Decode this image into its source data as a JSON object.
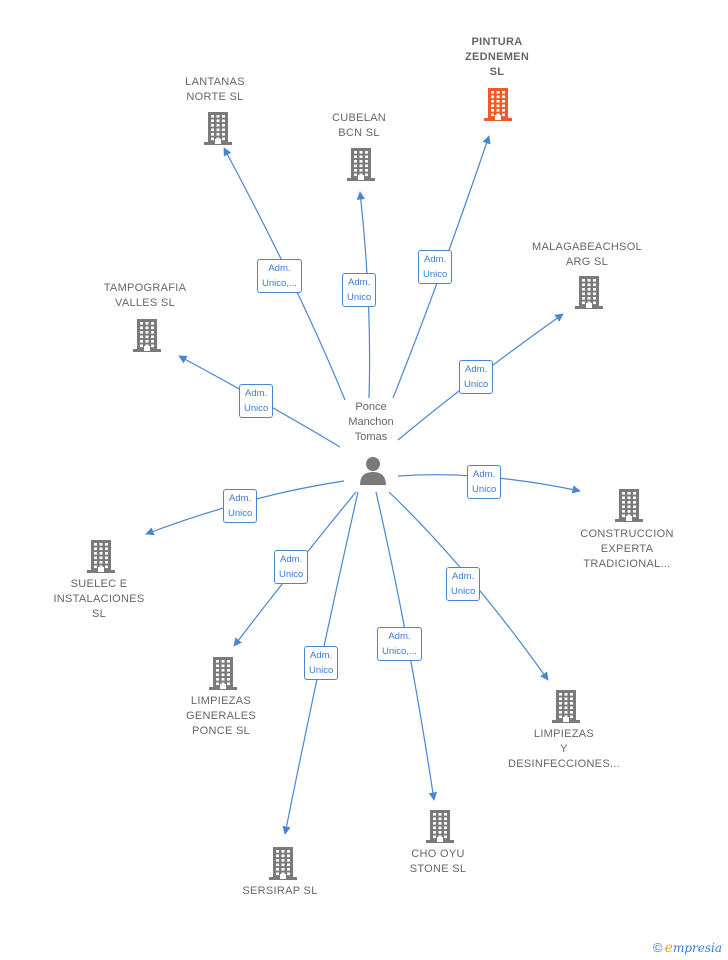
{
  "center": {
    "name": "Ponce\nManchon\nTomas",
    "icon": "person-icon"
  },
  "colors": {
    "edge": "#4a86d0",
    "building": "#7a7a7a",
    "highlight": "#f05a28",
    "relation_text": "#3a7bd5"
  },
  "companies": [
    {
      "id": "pintura",
      "label": "PINTURA\nZEDNEMEN\nSL",
      "highlight": true,
      "relation": "Adm.\nUnico"
    },
    {
      "id": "lantanas",
      "label": "LANTANAS\nNORTE  SL",
      "highlight": false,
      "relation": "Adm.\nUnico,..."
    },
    {
      "id": "cubelan",
      "label": "CUBELAN\nBCN  SL",
      "highlight": false,
      "relation": "Adm.\nUnico"
    },
    {
      "id": "malaga",
      "label": "MALAGABEACHSOL\nARG  SL",
      "highlight": false,
      "relation": "Adm.\nUnico"
    },
    {
      "id": "tampografia",
      "label": "TAMPOGRAFIA\nVALLES  SL",
      "highlight": false,
      "relation": "Adm.\nUnico"
    },
    {
      "id": "construccion",
      "label": "CONSTRUCCION\nEXPERTA\nTRADICIONAL...",
      "highlight": false,
      "relation": "Adm.\nUnico"
    },
    {
      "id": "suelec",
      "label": "SUELEC E\nINSTALACIONES\nSL",
      "highlight": false,
      "relation": "Adm.\nUnico"
    },
    {
      "id": "limpiezas_generales",
      "label": "LIMPIEZAS\nGENERALES\nPONCE  SL",
      "highlight": false,
      "relation": "Adm.\nUnico"
    },
    {
      "id": "limpiezas_desinf",
      "label": "LIMPIEZAS\nY\nDESINFECCIONES...",
      "highlight": false,
      "relation": "Adm.\nUnico"
    },
    {
      "id": "sersirap",
      "label": "SERSIRAP  SL",
      "highlight": false,
      "relation": "Adm.\nUnico"
    },
    {
      "id": "cho_oyu",
      "label": "CHO OYU\nSTONE  SL",
      "highlight": false,
      "relation": "Adm.\nUnico,..."
    }
  ],
  "brand": {
    "copyright": "©",
    "initial": "e",
    "name": "mpresia"
  }
}
